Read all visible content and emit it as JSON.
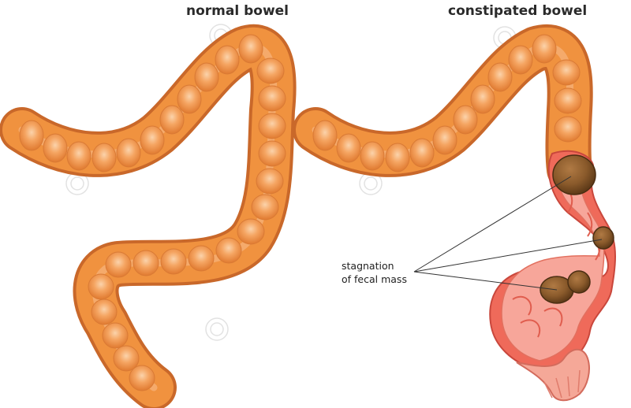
{
  "panels": {
    "normal": {
      "title": "normal bowel"
    },
    "constipated": {
      "title": "constipated bowel"
    }
  },
  "callout": {
    "line1": "stagnation",
    "line2": "of fecal mass"
  },
  "colors": {
    "bowel_fill": "#f0923f",
    "bowel_highlight": "#fbd3ab",
    "bowel_shadow": "#c9682a",
    "bowel_section": "#ef6a5a",
    "bowel_section_inner": "#f7a69a",
    "fecal_mass": "#8a5a2b",
    "fecal_mass_dark": "#5e3a18",
    "watermark": "#d9d9d9",
    "text": "#222222"
  }
}
